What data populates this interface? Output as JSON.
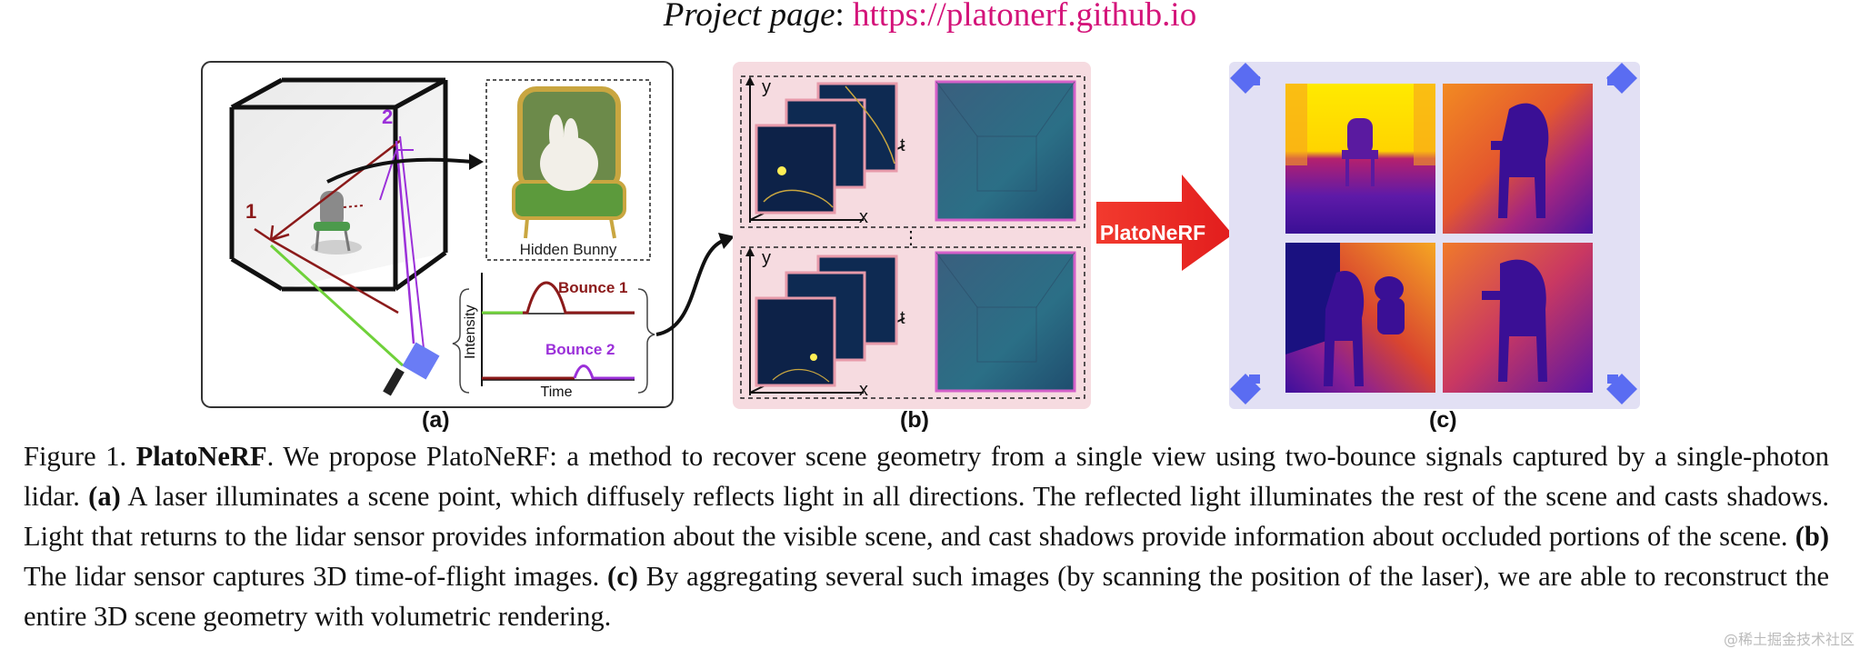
{
  "header": {
    "label": "Project page",
    "colon": ":",
    "url": "https://platonerf.github.io",
    "accent_color": "#d4147a"
  },
  "panel_a": {
    "label": "(a)",
    "bounce_marker_1": "1",
    "bounce_marker_2": "2",
    "inset_caption": "Hidden Bunny",
    "plot_ylabel": "Intensity",
    "plot_xlabel": "Time",
    "bounce1_label": "Bounce 1",
    "bounce2_label": "Bounce 2",
    "colors": {
      "bounce1": "#8b1a1a",
      "bounce2": "#9b30d9",
      "laser": "#6fd13a"
    }
  },
  "panel_b": {
    "label": "(b)",
    "axis_y": "y",
    "axis_t": "t",
    "axis_x": "x",
    "background_color": "#f6dbe0"
  },
  "arrow_label": "PlatoNeRF",
  "panel_c": {
    "label": "(c)",
    "background_color": "#e2e0f4",
    "colormap": [
      "#ffff00",
      "#f9a320",
      "#c8307a",
      "#6a1bb0",
      "#1a0f8a"
    ]
  },
  "caption": {
    "figure_label": "Figure 1.",
    "title": "PlatoNeRF",
    "intro": ". We propose PlatoNeRF: a method to recover scene geometry from a single view using two-bounce signals captured by a single-photon lidar.",
    "a_label": "(a)",
    "a_text": " A laser illuminates a scene point, which diffusely reflects light in all directions. The reflected light illuminates the rest of the scene and casts shadows. Light that returns to the lidar sensor provides information about the visible scene, and cast shadows provide information about occluded portions of the scene.",
    "b_label": "(b)",
    "b_text": " The lidar sensor captures 3D time-of-flight images.",
    "c_label": "(c)",
    "c_text": " By aggregating several such images (by scanning the position of the laser), we are able to reconstruct the entire 3D scene geometry with volumetric rendering."
  },
  "watermark": "@稀土掘金技术社区"
}
